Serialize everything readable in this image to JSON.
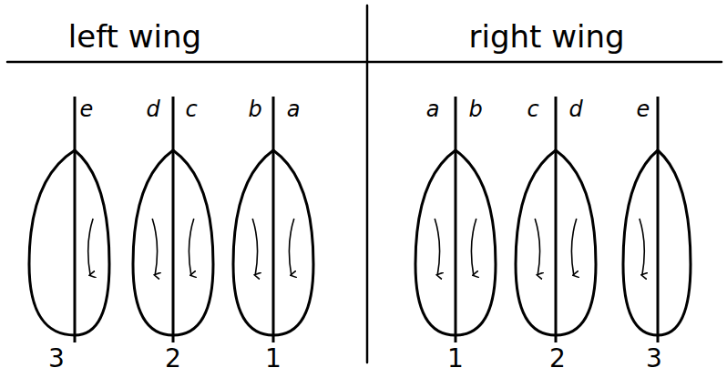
{
  "diagram": {
    "labels": [
      "left wing",
      "right wing",
      "e",
      "d",
      "c",
      "b",
      "a",
      "a",
      "b",
      "c",
      "d",
      "e",
      "3",
      "2",
      "1",
      "1",
      "2",
      "3"
    ]
  }
}
